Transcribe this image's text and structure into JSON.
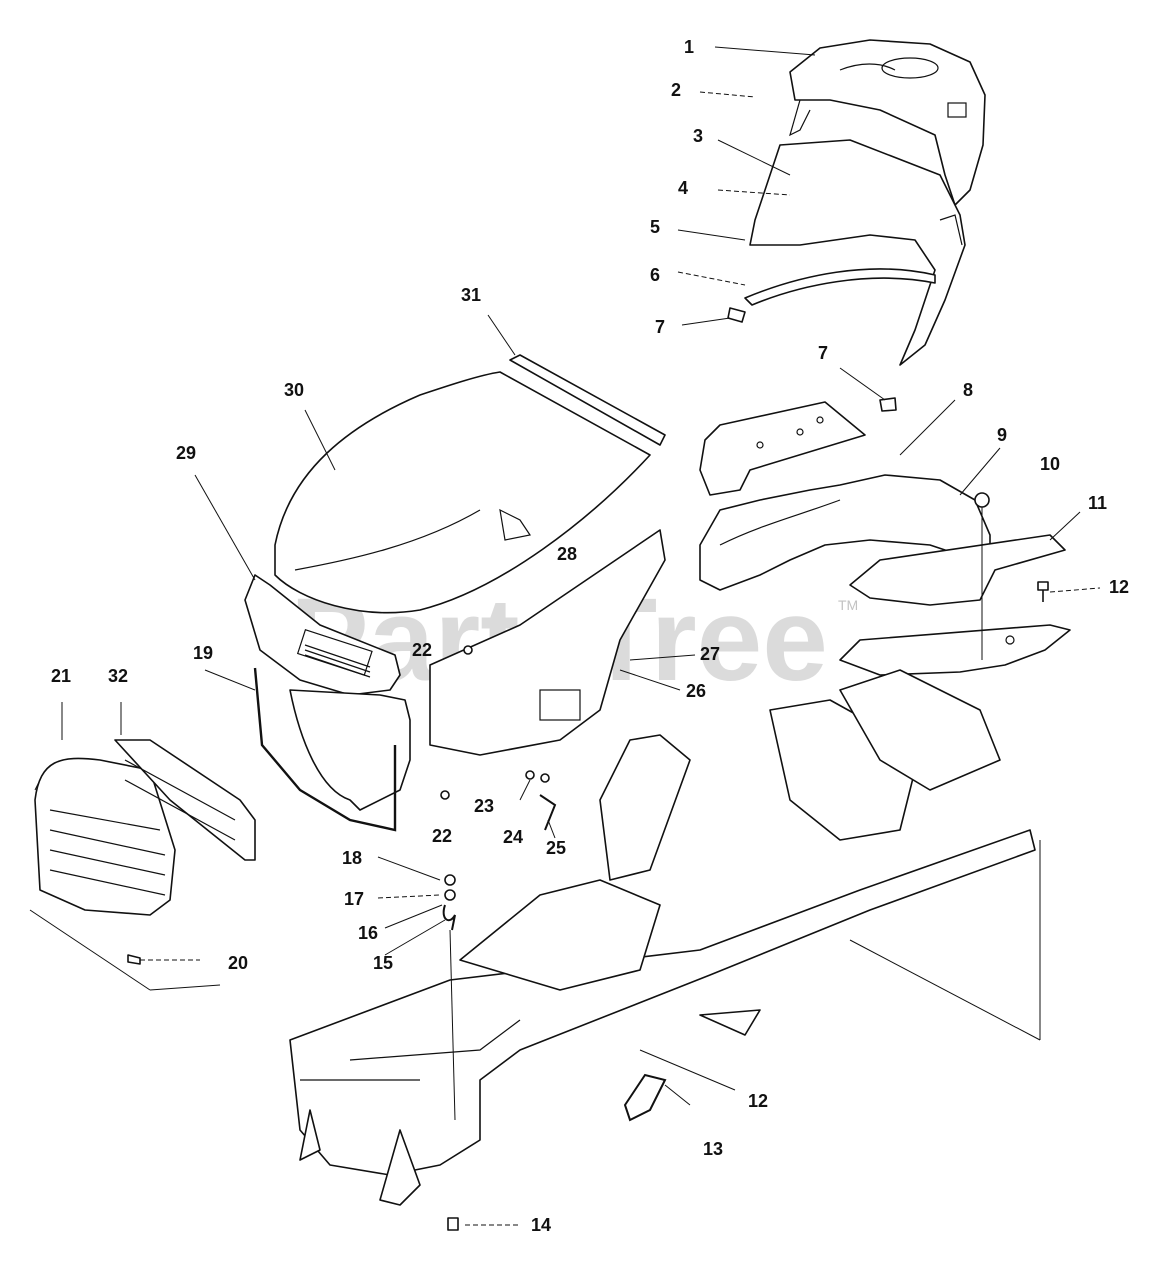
{
  "watermark": {
    "text": "PartsTree",
    "tm": "TM"
  },
  "callouts": {
    "c1": "1",
    "c2": "2",
    "c3": "3",
    "c4": "4",
    "c5": "5",
    "c6": "6",
    "c7a": "7",
    "c7b": "7",
    "c8": "8",
    "c9": "9",
    "c10": "10",
    "c11": "11",
    "c12a": "12",
    "c12b": "12",
    "c13": "13",
    "c14": "14",
    "c15": "15",
    "c16": "16",
    "c17": "17",
    "c18": "18",
    "c19": "19",
    "c20": "20",
    "c21": "21",
    "c22a": "22",
    "c22b": "22",
    "c23": "23",
    "c24": "24",
    "c25": "25",
    "c26": "26",
    "c27": "27",
    "c28": "28",
    "c29": "29",
    "c30": "30",
    "c31": "31",
    "c32": "32"
  }
}
